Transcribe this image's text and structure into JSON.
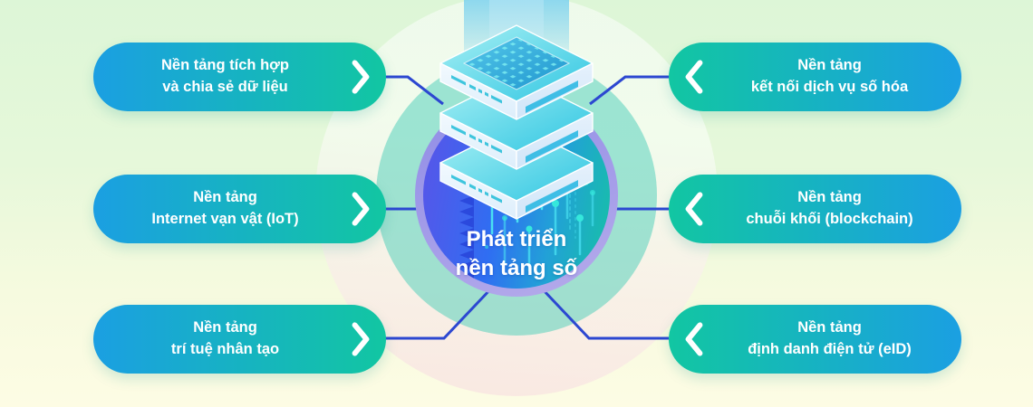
{
  "center": {
    "line1": "Phát triển",
    "line2": "nền tảng số"
  },
  "pills": {
    "left": [
      {
        "line1": "Nền tảng tích hợp",
        "line2": "và chia sẻ dữ liệu"
      },
      {
        "line1": "Nền tảng",
        "line2": "Internet vạn vật (IoT)"
      },
      {
        "line1": "Nền tảng",
        "line2": "trí tuệ nhân tạo"
      }
    ],
    "right": [
      {
        "line1": "Nền tảng",
        "line2": "kết nối dịch vụ số hóa"
      },
      {
        "line1": "Nền tảng",
        "line2": "chuỗi khối (blockchain)"
      },
      {
        "line1": "Nền tảng",
        "line2": "định danh điện tử (eID)"
      }
    ]
  },
  "icons": {
    "left_pill_icon": "chevron-right-icon",
    "right_pill_icon": "chevron-left-icon",
    "center_icon": "server-stack-icon"
  },
  "colors": {
    "pill_blue": "#1b9fe2",
    "pill_teal": "#12c6a2",
    "connector_blue": "#2c47d1",
    "core_indigo": "#5b53e8",
    "core_blue": "#2f6ef2",
    "core_teal": "#16c2a4",
    "ring_teal": "#7eddcb",
    "rim_purple": "#a7a3e9",
    "background_green": "#ddf6d7",
    "background_cream": "#fdfce4",
    "text_white": "#ffffff"
  }
}
